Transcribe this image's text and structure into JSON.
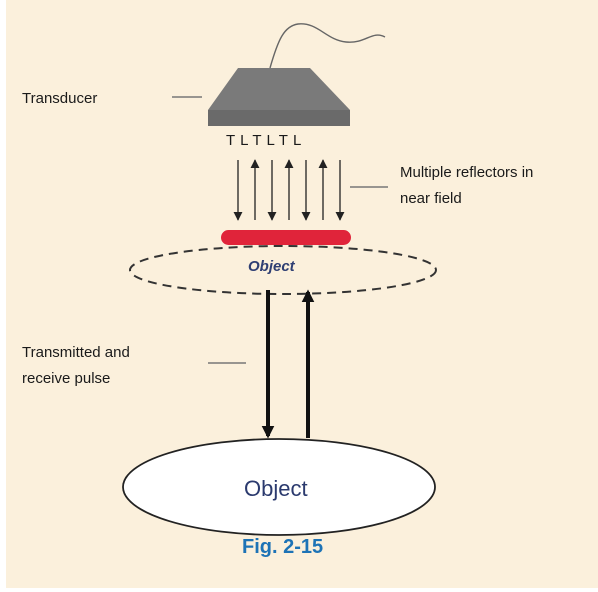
{
  "labels": {
    "transducer": "Transducer",
    "reflectors_line1": "Multiple reflectors in",
    "reflectors_line2": "near field",
    "pulse_line1": "Transmitted and",
    "pulse_line2": "receive pulse",
    "tl_sequence": "TLTLTL",
    "object_small": "Object",
    "object_large": "Object",
    "caption": "Fig. 2-15"
  },
  "colors": {
    "background": "#fbf0dc",
    "transducer": "#7a7a7a",
    "reflector": "#e0243a",
    "object_text": "#2b3a6e",
    "caption": "#1d73b6"
  }
}
